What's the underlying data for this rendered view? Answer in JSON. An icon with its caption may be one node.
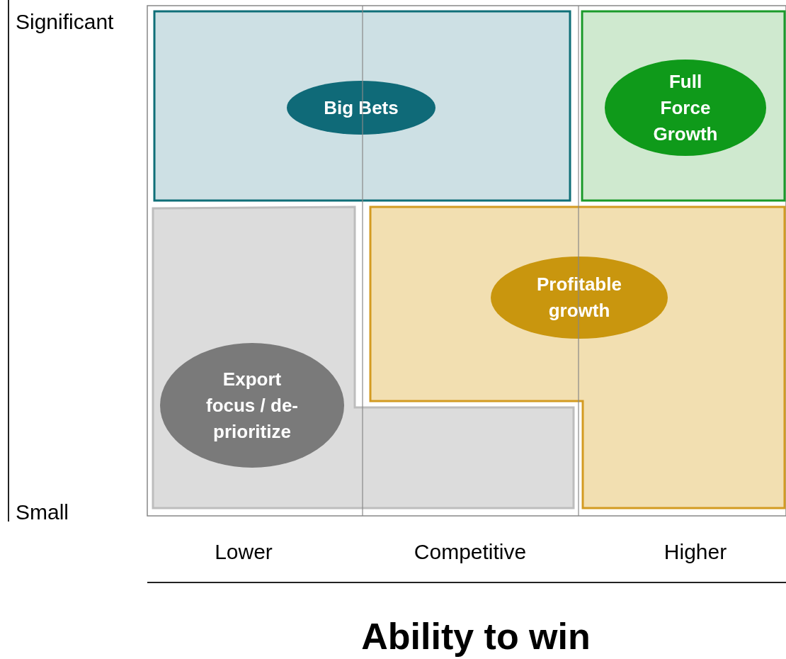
{
  "diagram": {
    "nodes": [
      {
        "text": [],
        "shape": "box"
      },
      {
        "text": [
          "Big Bets"
        ],
        "in": 0
      },
      {
        "text": [],
        "shape": "box"
      },
      {
        "text": [
          "Full Force Growth"
        ],
        "in": 2
      },
      {
        "text": [],
        "shape": "box"
      },
      {
        "text": [
          "Profitable growth"
        ],
        "in": 4
      },
      {
        "text": [],
        "shape": "box"
      },
      {
        "text": [
          "Export focus / de-prioritize"
        ],
        "in": 6
      }
    ],
    "labels": [
      "Significant",
      "Small",
      "Lower",
      "Competitive",
      "Higher",
      "Ability to win"
    ]
  }
}
